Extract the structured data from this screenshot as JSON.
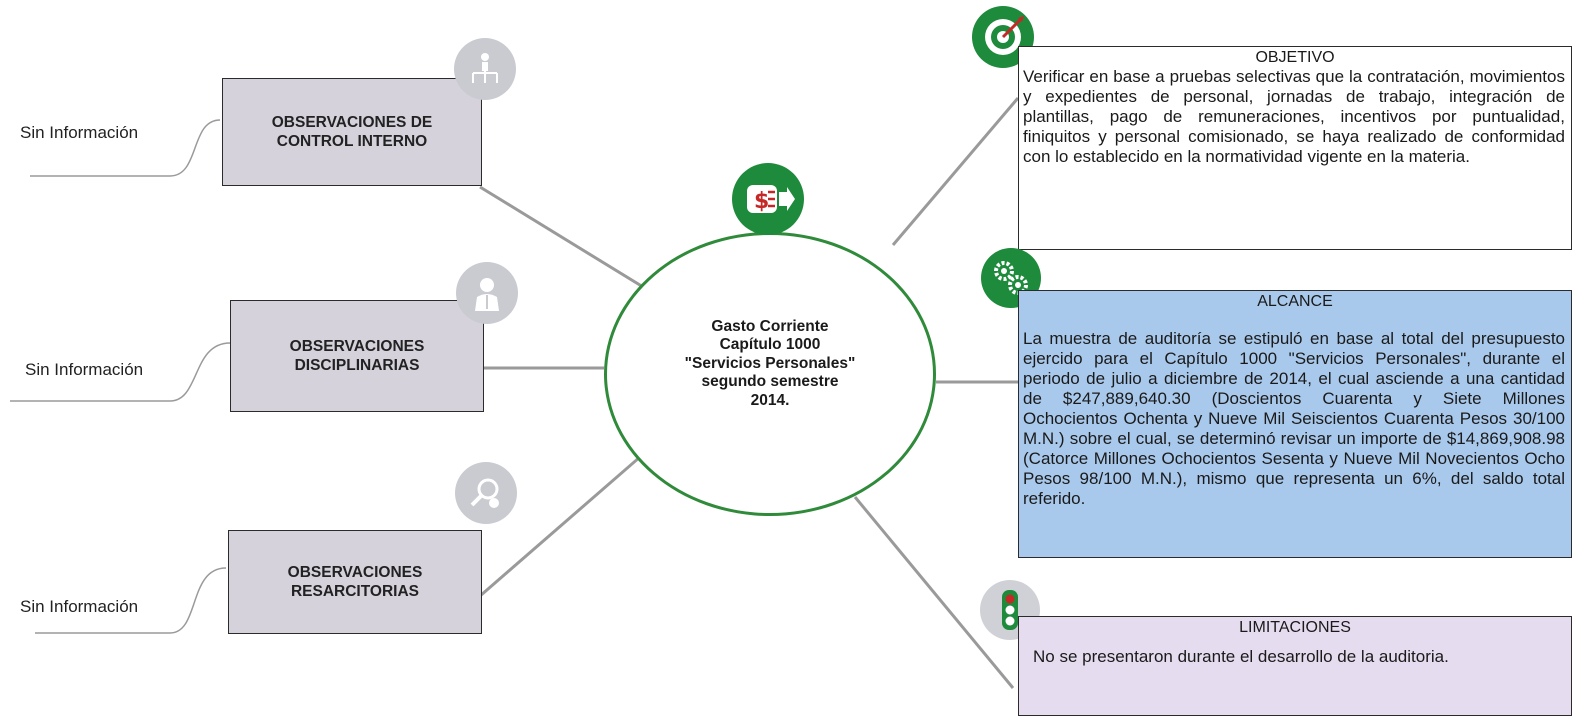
{
  "center": {
    "line1": "Gasto Corriente",
    "line2": "Capítulo 1000",
    "line3": "\"Servicios Personales\"",
    "line4": "segundo semestre",
    "line5": "2014."
  },
  "left_nodes": [
    {
      "title_line1": "OBSERVACIONES DE",
      "title_line2": "CONTROL INTERNO",
      "note": "Sin Información",
      "icon": "org-chart-icon"
    },
    {
      "title_line1": "OBSERVACIONES",
      "title_line2": "DISCIPLINARIAS",
      "note": "Sin Información",
      "icon": "person-icon"
    },
    {
      "title_line1": "OBSERVACIONES",
      "title_line2": "RESARCITORIAS",
      "note": "Sin Información",
      "icon": "magnifier-icon"
    }
  ],
  "objetivo": {
    "title": "OBJETIVO",
    "body": "Verificar en base a pruebas selectivas que la contratación, movimientos y expedientes de personal, jornadas de trabajo, integración de plantillas, pago de remuneraciones, incentivos por puntualidad, finiquitos y personal comisionado, se haya realizado de conformidad con lo establecido en la normatividad vigente en la materia.",
    "icon": "target-icon"
  },
  "alcance": {
    "title": "ALCANCE",
    "body": "La muestra de auditoría se estipuló en base al total del presupuesto ejercido para el Capítulo 1000 \"Servicios Personales\", durante el periodo de julio a diciembre de 2014, el cual asciende a una cantidad de $247,889,640.30 (Doscientos Cuarenta y Siete Millones Ochocientos Ochenta y Nueve Mil Seiscientos Cuarenta Pesos 30/100 M.N.) sobre el cual, se determinó revisar un importe de $14,869,908.98 (Catorce Millones Ochocientos Sesenta y Nueve Mil Novecientos Ocho Pesos 98/100 M.N.), mismo que representa un 6%, del saldo total referido.",
    "icon": "gears-icon"
  },
  "limitaciones": {
    "title": "LIMITACIONES",
    "body": "No se presentaron durante el desarrollo de la auditoria.",
    "icon": "traffic-light-icon"
  },
  "center_icon": "money-hand-icon",
  "colors": {
    "green": "#1e8a3b",
    "obs_fill": "#d5d2dc",
    "alcance_fill": "#a9c9ec",
    "limitaciones_fill": "#e6dcef"
  }
}
